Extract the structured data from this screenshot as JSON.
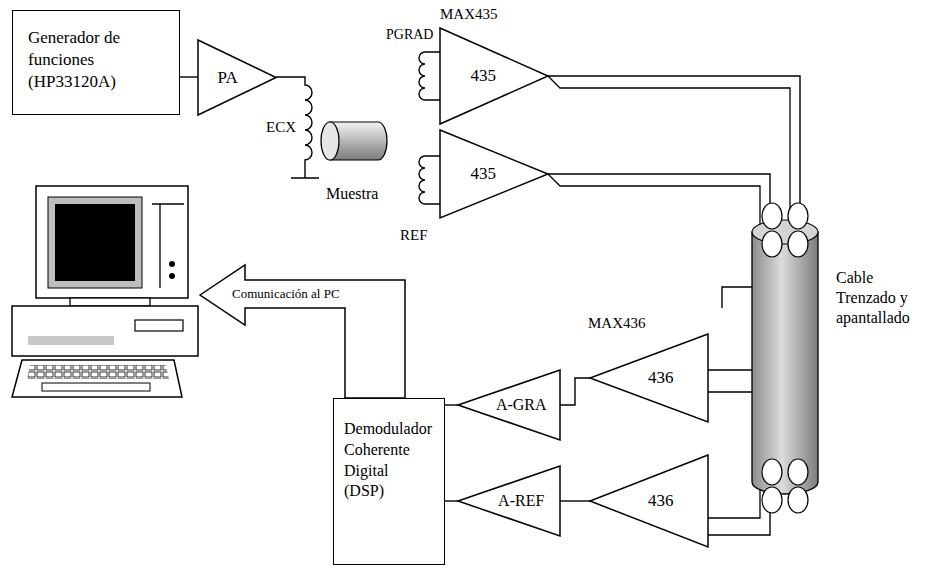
{
  "diagram": {
    "nodes": [
      {
        "text": [
          "Generador de funciones (HP33120A)"
        ]
      },
      {
        "text": [
          "PA"
        ]
      },
      {
        "text": [
          "435"
        ]
      },
      {
        "text": [
          "435"
        ]
      },
      {
        "text": [
          "436"
        ]
      },
      {
        "text": [
          "436"
        ]
      },
      {
        "text": [
          "A-GRA"
        ]
      },
      {
        "text": [
          "A-REF"
        ]
      },
      {
        "text": [
          "Demodulador Coherente Digital (DSP)"
        ]
      }
    ],
    "edges": [
      {
        "from": 0,
        "to": 1,
        "arrow": "none"
      },
      {
        "from": 2,
        "to": 4,
        "arrow": "none"
      },
      {
        "from": 3,
        "to": 5,
        "arrow": "none"
      },
      {
        "from": 4,
        "to": 6,
        "arrow": "none"
      },
      {
        "from": 5,
        "to": 7,
        "arrow": "none"
      },
      {
        "from": 6,
        "to": 8,
        "arrow": "none"
      },
      {
        "from": 7,
        "to": 8,
        "arrow": "none"
      }
    ],
    "labels": [
      "MAX435",
      "PGRAD",
      "ECX",
      "Muestra",
      "REF",
      "Cable Trenzado y apantallado",
      "Comunicación al PC",
      "MAX436"
    ]
  }
}
